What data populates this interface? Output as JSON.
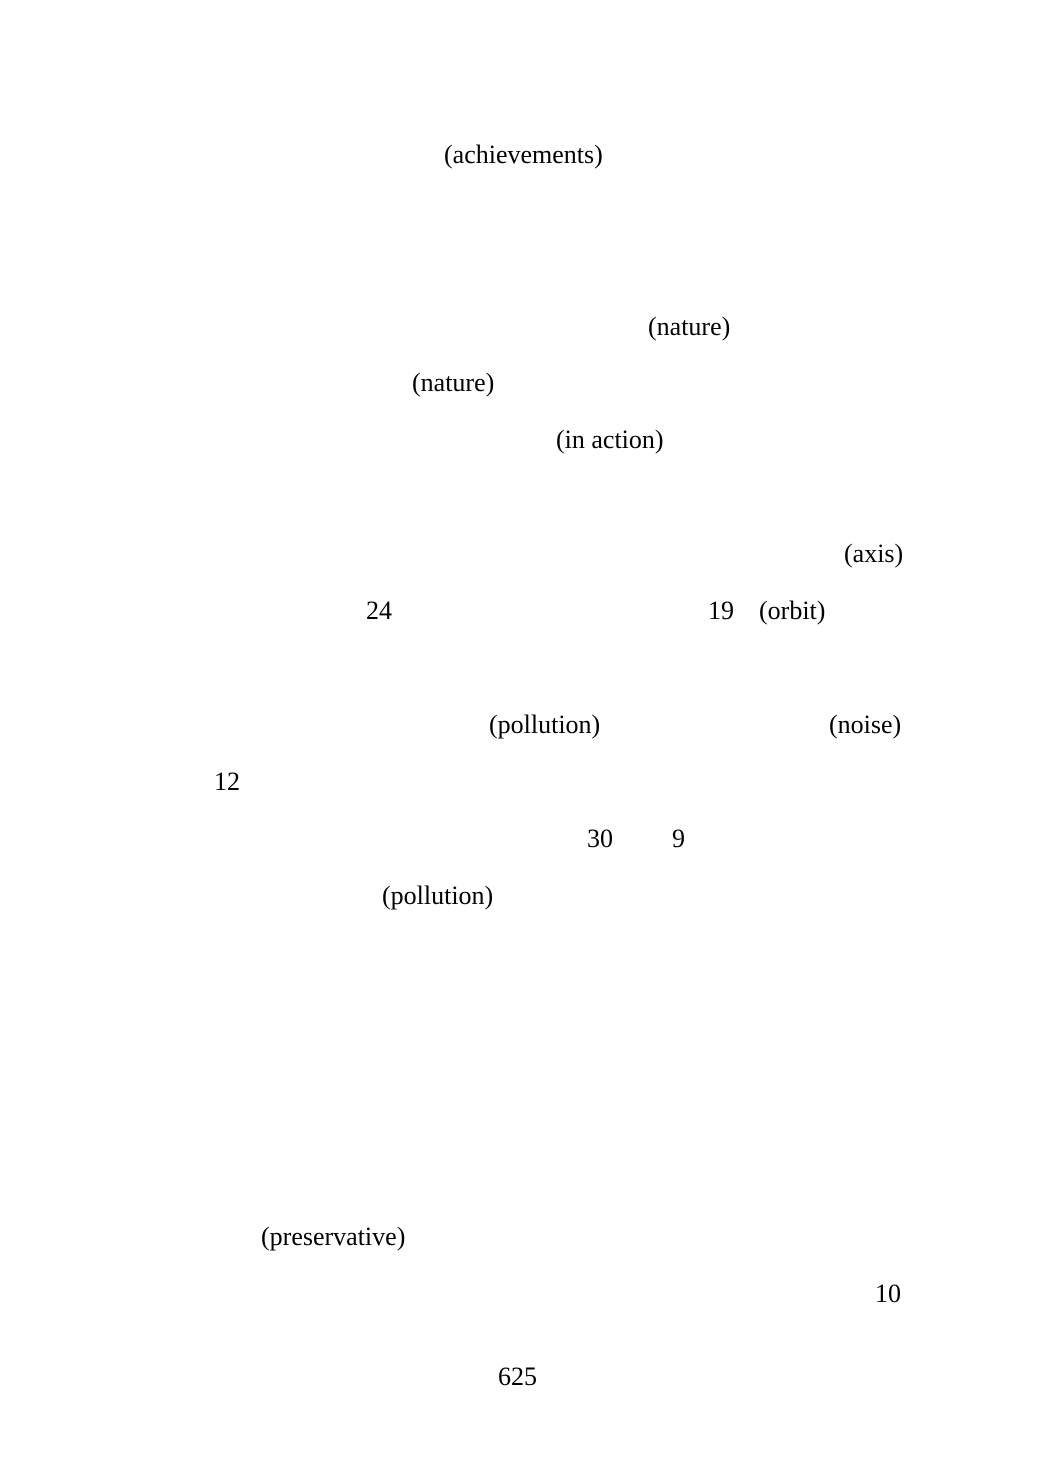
{
  "document": {
    "fragments": {
      "achievements": "(achievements)",
      "nature_1": "(nature)",
      "nature_2": "(nature)",
      "in_action": "(in action)",
      "axis": "(axis)",
      "num_24": "24",
      "num_19": "19",
      "orbit": "(orbit)",
      "pollution_1": "(pollution)",
      "noise": "(noise)",
      "num_12": "12",
      "num_30": "30",
      "num_9": "9",
      "pollution_2": "(pollution)",
      "preservative": "(preservative)",
      "num_10": "10"
    },
    "page_number": "625"
  }
}
